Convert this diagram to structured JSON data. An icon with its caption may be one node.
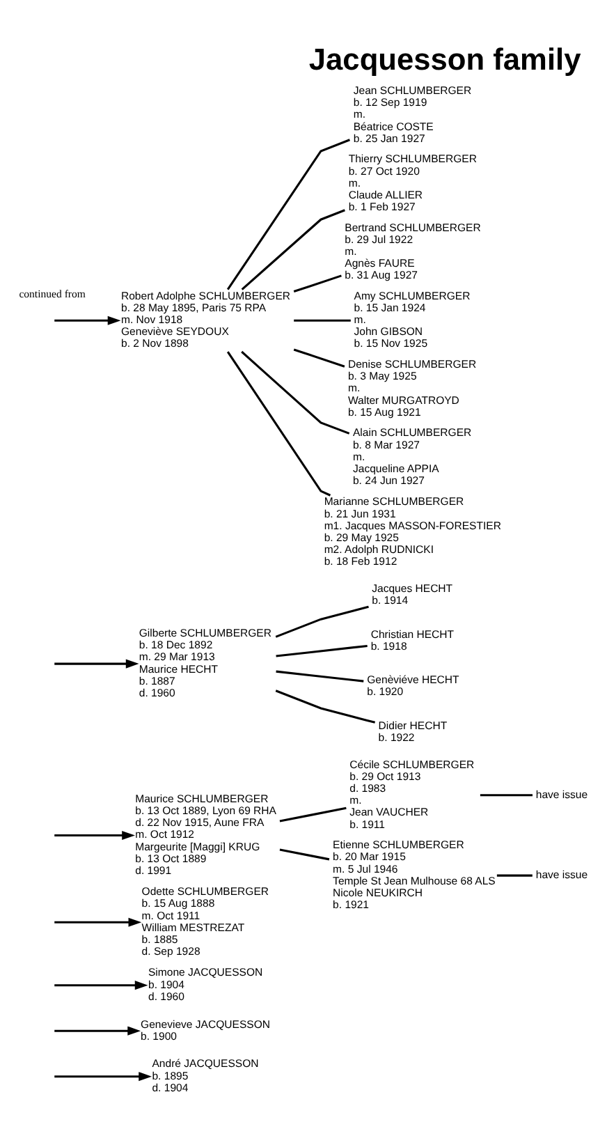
{
  "diagram": {
    "title": "Jacquesson family",
    "nodes": [
      {
        "text": [
          "André JACQUESSON",
          "b. 1895",
          "d. 1904"
        ]
      },
      {
        "text": [
          "Genevieve JACQUESSON",
          "b. 1900"
        ]
      },
      {
        "text": [
          "Simone JACQUESSON",
          "b. 1904",
          "d. 1960"
        ]
      },
      {
        "text": [
          "Odette SCHLUMBERGER",
          "b. 15 Aug 1888",
          "m. Oct 1911",
          "William MESTREZAT",
          "b. 1885",
          "d. Sep 1928"
        ]
      },
      {
        "text": [
          "Maurice SCHLUMBERGER",
          "b. 13 Oct 1889, Lyon 69 RHA",
          "d. 22 Nov 1915, Aune FRA",
          "m. Oct 1912",
          "Margeurite [Maggi] KRUG",
          "b. 13 Oct 1889",
          "d. 1991"
        ]
      },
      {
        "text": [
          "Cécile SCHLUMBERGER",
          "b. 29 Oct 1913",
          "d. 1983",
          "m.",
          "Jean VAUCHER",
          "b. 1911"
        ]
      },
      {
        "text": [
          "have issue"
        ]
      },
      {
        "text": [
          "Etienne SCHLUMBERGER",
          "b. 20 Mar 1915",
          "m. 5 Jul 1946",
          "Temple St Jean Mulhouse 68 ALS",
          "Nicole NEUKIRCH",
          "b. 1921"
        ]
      },
      {
        "text": [
          "have issue"
        ]
      },
      {
        "text": [
          "Gilberte SCHLUMBERGER",
          "b. 18 Dec 1892",
          "m. 29 Mar 1913",
          "Maurice HECHT",
          "b. 1887",
          "d. 1960"
        ]
      },
      {
        "text": [
          "Jacques HECHT",
          "b. 1914"
        ]
      },
      {
        "text": [
          "Christian HECHT",
          "b. 1918"
        ]
      },
      {
        "text": [
          "Genèviéve HECHT",
          "b. 1920"
        ]
      },
      {
        "text": [
          "Didier HECHT",
          "b. 1922"
        ]
      },
      {
        "text": [
          "Robert Adolphe SCHLUMBERGER",
          "b. 28 May 1895, Paris 75 RPA",
          "m. Nov 1918",
          "Geneviève SEYDOUX",
          "b. 2 Nov 1898"
        ]
      },
      {
        "text": [
          "Jean SCHLUMBERGER",
          "b. 12 Sep 1919",
          "m.",
          "Béatrice COSTE",
          "b. 25 Jan 1927"
        ]
      },
      {
        "text": [
          "Thierry SCHLUMBERGER",
          "b. 27 Oct 1920",
          "m.",
          "Claude ALLIER",
          "b. 1 Feb 1927"
        ]
      },
      {
        "text": [
          "Bertrand SCHLUMBERGER",
          "b. 29 Jul 1922",
          "m.",
          "Agnès FAURE",
          "b. 31 Aug 1927"
        ]
      },
      {
        "text": [
          "Amy SCHLUMBERGER",
          "b. 15 Jan 1924",
          "m.",
          "John GIBSON",
          "b. 15 Nov 1925"
        ]
      },
      {
        "text": [
          "Denise SCHLUMBERGER",
          "b. 3 May 1925",
          "m.",
          "Walter MURGATROYD",
          "b. 15 Aug 1921"
        ]
      },
      {
        "text": [
          "Alain SCHLUMBERGER",
          "b. 8 Mar 1927",
          "m.",
          "Jacqueline APPIA",
          "b. 24 Jun 1927"
        ]
      },
      {
        "text": [
          "Marianne SCHLUMBERGER",
          "b. 21 Jun 1931",
          "m1. Jacques MASSON-FORESTIER",
          "b. 29 May 1925",
          "m2. Adolph RUDNICKI",
          "b. 18 Feb 1912"
        ]
      }
    ],
    "edges": [
      {
        "from": null,
        "to": 0,
        "arrow": "to"
      },
      {
        "from": null,
        "to": 1,
        "arrow": "to"
      },
      {
        "from": null,
        "to": 2,
        "arrow": "to"
      },
      {
        "from": null,
        "to": 3,
        "arrow": "to"
      },
      {
        "from": null,
        "to": 4,
        "arrow": "to"
      },
      {
        "from": null,
        "to": 9,
        "arrow": "to"
      },
      {
        "from": null,
        "to": 14,
        "arrow": "to"
      },
      {
        "from": 4,
        "to": 5,
        "arrow": "none"
      },
      {
        "from": 4,
        "to": 7,
        "arrow": "none"
      },
      {
        "from": 5,
        "to": 6,
        "arrow": "none"
      },
      {
        "from": 7,
        "to": 8,
        "arrow": "none"
      },
      {
        "from": 9,
        "to": 10,
        "arrow": "none"
      },
      {
        "from": 9,
        "to": 11,
        "arrow": "none"
      },
      {
        "from": 9,
        "to": 12,
        "arrow": "none"
      },
      {
        "from": 9,
        "to": 13,
        "arrow": "none"
      },
      {
        "from": 14,
        "to": 15,
        "arrow": "none"
      },
      {
        "from": 14,
        "to": 16,
        "arrow": "none"
      },
      {
        "from": 14,
        "to": 17,
        "arrow": "none"
      },
      {
        "from": 14,
        "to": 18,
        "arrow": "none"
      },
      {
        "from": 14,
        "to": 19,
        "arrow": "none"
      },
      {
        "from": 14,
        "to": 20,
        "arrow": "none"
      },
      {
        "from": 14,
        "to": 21,
        "arrow": "none"
      }
    ],
    "labels": [
      "continued from"
    ]
  }
}
